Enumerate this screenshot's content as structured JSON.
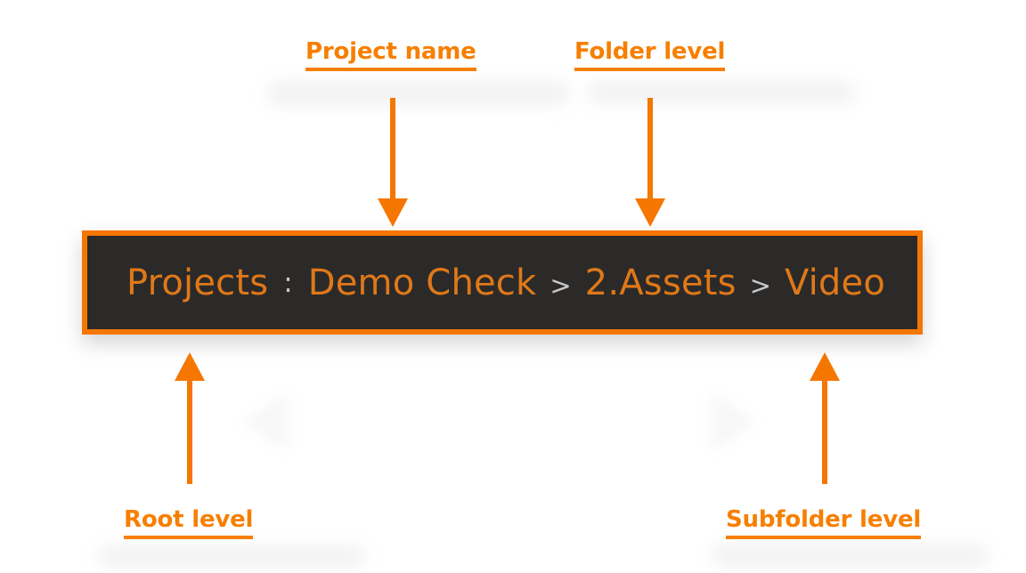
{
  "breadcrumb": {
    "items": [
      {
        "label": "Projects",
        "role": "root"
      },
      {
        "label": "Demo Check",
        "role": "project"
      },
      {
        "label": "2.Assets",
        "role": "folder"
      },
      {
        "label": "Video",
        "role": "subfolder"
      }
    ],
    "separators": {
      "root_separator": ":",
      "path_separator": ">"
    },
    "colors": {
      "bar_background": "#2b2a29",
      "bar_border": "#f57600",
      "text": "#e07818",
      "separator": "#c8c8c8"
    }
  },
  "annotations": {
    "accent_color": "#f77f00",
    "labels": [
      {
        "id": "project-name",
        "text": "Project name",
        "arrow": "down"
      },
      {
        "id": "folder-level",
        "text": "Folder level",
        "arrow": "down"
      },
      {
        "id": "root-level",
        "text": "Root level",
        "arrow": "up"
      },
      {
        "id": "subfolder-level",
        "text": "Subfolder level",
        "arrow": "up"
      }
    ]
  }
}
